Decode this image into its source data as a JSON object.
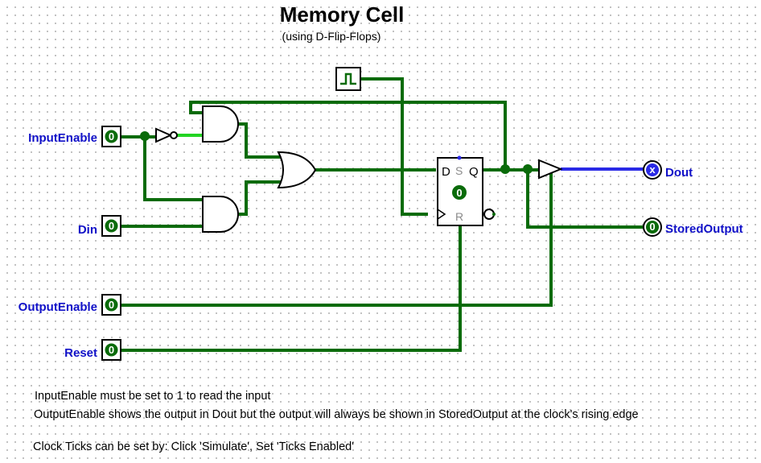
{
  "title": "Memory Cell",
  "subtitle": "(using D-Flip-Flops)",
  "pins": {
    "input_enable": {
      "label": "InputEnable",
      "value": "0"
    },
    "din": {
      "label": "Din",
      "value": "0"
    },
    "output_enable": {
      "label": "OutputEnable",
      "value": "0"
    },
    "reset": {
      "label": "Reset",
      "value": "0"
    },
    "dout": {
      "label": "Dout",
      "value": "x"
    },
    "stored_output": {
      "label": "StoredOutput",
      "value": "0"
    }
  },
  "flipflop": {
    "d": "D",
    "s": "S",
    "q": "Q",
    "r": "R",
    "state": "0"
  },
  "notes": [
    "InputEnable must be set to 1 to read the input",
    "OutputEnable shows the output in Dout but the output will always be shown in StoredOutput at the clock's rising edge",
    "Clock Ticks can be set by: Click 'Simulate', Set 'Ticks Enabled'"
  ],
  "colors": {
    "wire_low": "#0a6b0a",
    "wire_high": "#22d422",
    "wire_unknown": "#2a2ae6",
    "pin_label": "#1010c8"
  }
}
